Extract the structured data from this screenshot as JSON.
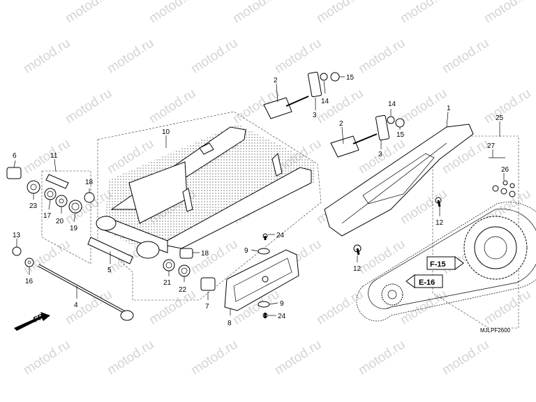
{
  "watermark": "motod.ru",
  "diagram_code": "MJLPF2600",
  "direction_label": "FR.",
  "references": [
    {
      "id": "f15",
      "label": "F-15"
    },
    {
      "id": "e16",
      "label": "E-16"
    }
  ],
  "callouts": [
    {
      "id": "c1",
      "label": "1"
    },
    {
      "id": "c2a",
      "label": "2"
    },
    {
      "id": "c2b",
      "label": "2"
    },
    {
      "id": "c3a",
      "label": "3"
    },
    {
      "id": "c3b",
      "label": "3"
    },
    {
      "id": "c4",
      "label": "4"
    },
    {
      "id": "c5",
      "label": "5"
    },
    {
      "id": "c6",
      "label": "6"
    },
    {
      "id": "c7",
      "label": "7"
    },
    {
      "id": "c8",
      "label": "8"
    },
    {
      "id": "c9a",
      "label": "9"
    },
    {
      "id": "c9b",
      "label": "9"
    },
    {
      "id": "c10",
      "label": "10"
    },
    {
      "id": "c11",
      "label": "11"
    },
    {
      "id": "c12a",
      "label": "12"
    },
    {
      "id": "c12b",
      "label": "12"
    },
    {
      "id": "c13",
      "label": "13"
    },
    {
      "id": "c14a",
      "label": "14"
    },
    {
      "id": "c14b",
      "label": "14"
    },
    {
      "id": "c15a",
      "label": "15"
    },
    {
      "id": "c15b",
      "label": "15"
    },
    {
      "id": "c16",
      "label": "16"
    },
    {
      "id": "c17",
      "label": "17"
    },
    {
      "id": "c18a",
      "label": "18"
    },
    {
      "id": "c18b",
      "label": "18"
    },
    {
      "id": "c19",
      "label": "19"
    },
    {
      "id": "c20",
      "label": "20"
    },
    {
      "id": "c21",
      "label": "21"
    },
    {
      "id": "c22",
      "label": "22"
    },
    {
      "id": "c23",
      "label": "23"
    },
    {
      "id": "c24a",
      "label": "24"
    },
    {
      "id": "c24b",
      "label": "24"
    },
    {
      "id": "c25",
      "label": "25"
    },
    {
      "id": "c26",
      "label": "26"
    },
    {
      "id": "c27",
      "label": "27"
    }
  ]
}
